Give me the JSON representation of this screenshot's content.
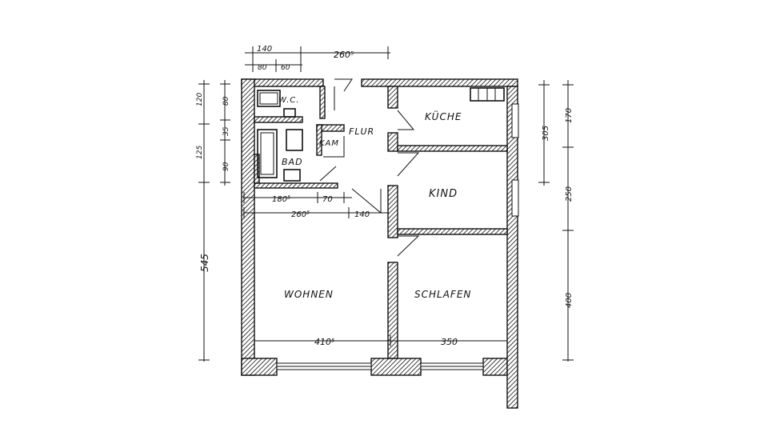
{
  "rooms": {
    "wc": "W.C.",
    "flur": "FLUR",
    "kueche": "KÜCHE",
    "kam": "KAM",
    "bad": "BAD",
    "kind": "KIND",
    "wohnen": "WOHNEN",
    "schlafen": "SCHLAFEN"
  },
  "dimensions": {
    "top": {
      "d140": "140",
      "d260": "260⁵",
      "d80": "80",
      "d60": "60"
    },
    "left_col1": {
      "d120": "120",
      "d125": "125",
      "d545": "545"
    },
    "left_col2": {
      "d80": "80",
      "d35": "35",
      "d90": "90"
    },
    "mid_row1": {
      "d180": "180⁵",
      "d70": "70"
    },
    "mid_row2": {
      "d260": "260⁵",
      "d140": "140"
    },
    "bottom": {
      "d410": "410⁵",
      "d350": "350"
    },
    "right": {
      "d305": "305",
      "d170": "170",
      "d250": "250",
      "d400": "400"
    }
  }
}
